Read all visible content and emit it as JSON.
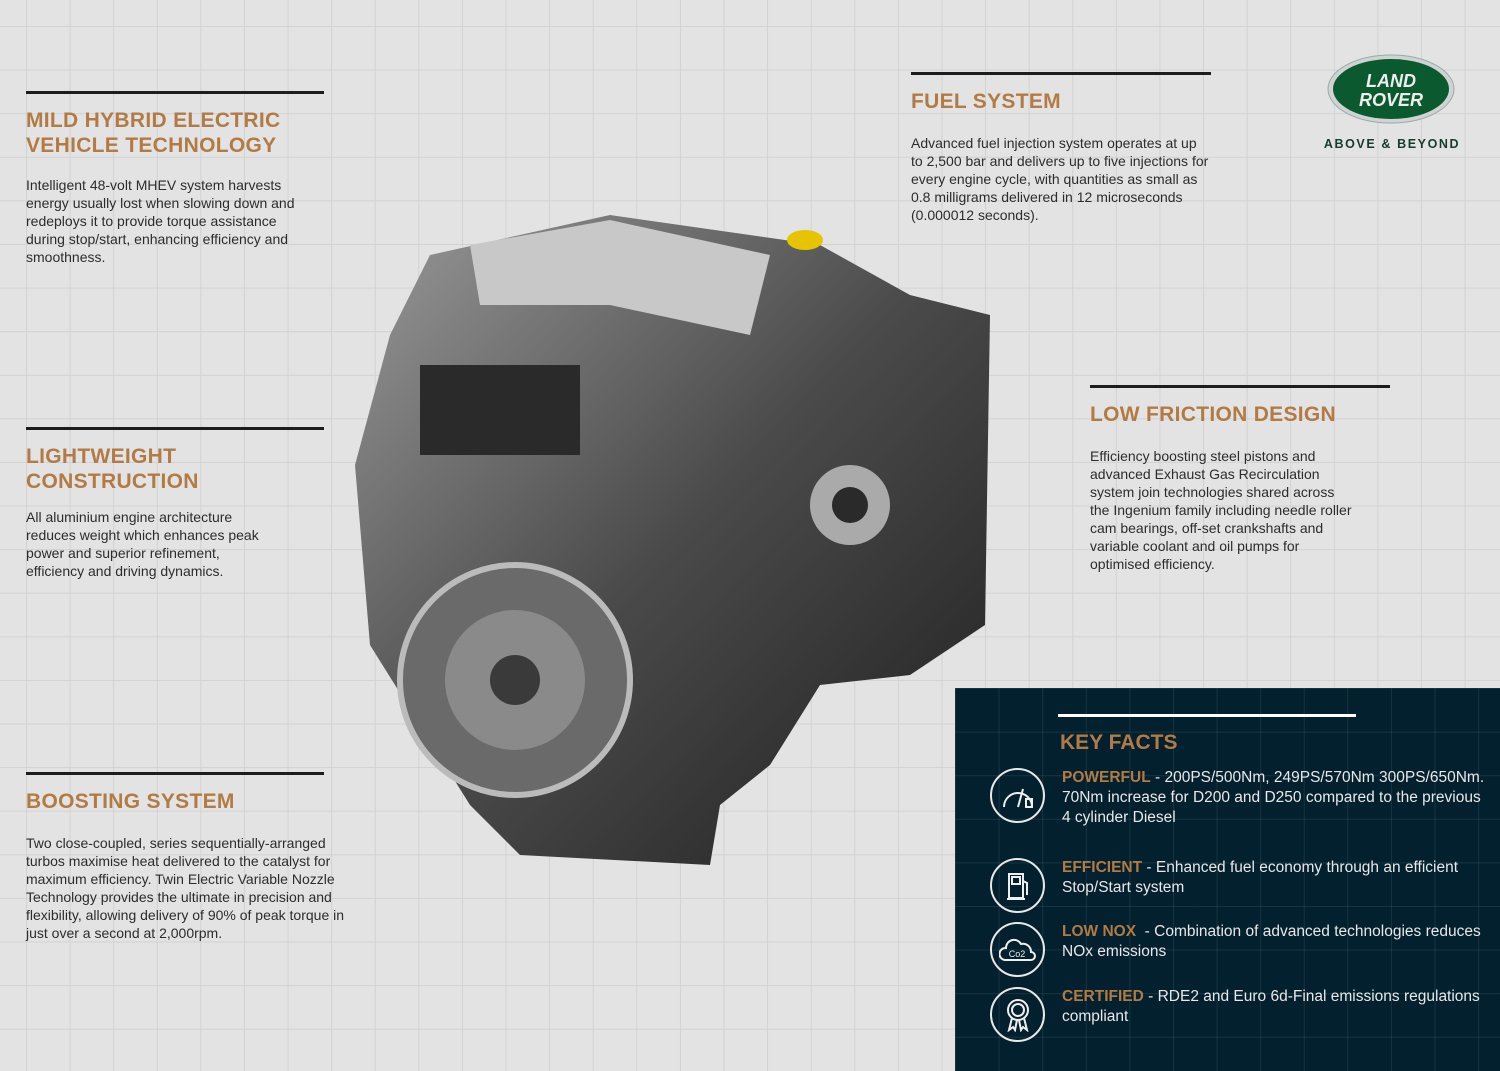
{
  "brand": {
    "logo_text": [
      "LAND",
      "ROVER"
    ],
    "tagline": "ABOVE & BEYOND",
    "green": "#0b5a2f"
  },
  "sections": {
    "mhev": {
      "title_1": "MILD HYBRID ELECTRIC",
      "title_2": "VEHICLE TECHNOLOGY",
      "body": "Intelligent 48-volt MHEV system harvests energy usually lost when slowing down and redeploys it to provide torque assistance during stop/start, enhancing efficiency and smoothness."
    },
    "lightweight": {
      "title_1": "LIGHTWEIGHT",
      "title_2": "CONSTRUCTION",
      "body": "All aluminium engine architecture reduces weight which enhances peak power and superior refinement, efficiency and driving dynamics."
    },
    "boosting": {
      "title": "BOOSTING SYSTEM",
      "body": "Two close-coupled, series sequentially-arranged turbos maximise heat delivered to the catalyst for maximum efficiency. Twin Electric Variable Nozzle Technology provides the ultimate in precision and flexibility, allowing delivery of 90% of peak torque in just over a second at 2,000rpm."
    },
    "fuel": {
      "title": "FUEL SYSTEM",
      "body": "Advanced fuel injection system operates at up to 2,500 bar and delivers up to five injections for every engine cycle, with quantities as small as 0.8 milligrams delivered in 12 microseconds (0.000012 seconds)."
    },
    "friction": {
      "title": "LOW FRICTION DESIGN",
      "body": "Efficiency boosting steel pistons and advanced Exhaust Gas Recirculation system join technologies shared across the Ingenium family including needle roller cam bearings, off-set crankshafts and variable coolant and oil pumps for optimised efficiency."
    }
  },
  "key_facts": {
    "title": "KEY FACTS",
    "items": [
      {
        "label": "POWERFUL",
        "text": " - 200PS/500Nm, 249PS/570Nm 300PS/650Nm. 70Nm increase for D200 and D250 compared to the previous 4 cylinder Diesel",
        "icon": "speedometer-icon"
      },
      {
        "label": "EFFICIENT",
        "text": " - Enhanced fuel economy through an efficient Stop/Start system",
        "icon": "fuel-pump-icon"
      },
      {
        "label": "LOW NOX",
        "text": "  - Combination of advanced technologies reduces NOx emissions",
        "icon": "co2-cloud-icon",
        "icon_text": "Co2"
      },
      {
        "label": "CERTIFIED",
        "text": " - RDE2 and Euro 6d-Final emissions regulations compliant",
        "icon": "award-rosette-icon"
      }
    ]
  }
}
